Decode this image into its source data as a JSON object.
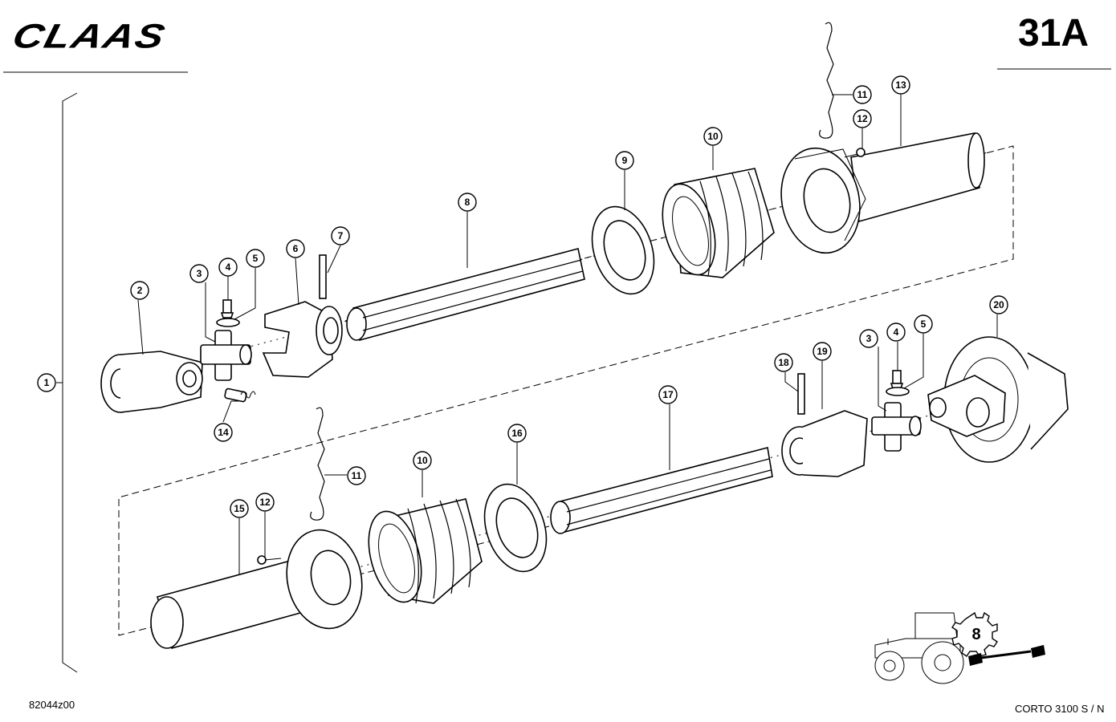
{
  "header": {
    "brand": "CLAAS",
    "page_number": "31A"
  },
  "footer": {
    "document_id": "82044z00",
    "model": "CORTO 3100 S / N"
  },
  "callouts": [
    {
      "label": "1"
    },
    {
      "label": "2"
    },
    {
      "label": "3"
    },
    {
      "label": "4"
    },
    {
      "label": "5"
    },
    {
      "label": "6"
    },
    {
      "label": "7"
    },
    {
      "label": "8"
    },
    {
      "label": "9"
    },
    {
      "label": "10"
    },
    {
      "label": "11"
    },
    {
      "label": "12"
    },
    {
      "label": "13"
    },
    {
      "label": "14"
    },
    {
      "label": "3"
    },
    {
      "label": "4"
    },
    {
      "label": "5"
    },
    {
      "label": "18"
    },
    {
      "label": "19"
    },
    {
      "label": "20"
    },
    {
      "label": "17"
    },
    {
      "label": "16"
    },
    {
      "label": "10"
    },
    {
      "label": "11"
    },
    {
      "label": "15"
    },
    {
      "label": "12"
    }
  ],
  "icons": {
    "tractor": "tractor-icon",
    "gear_badge": "gear-icon",
    "gear_badge_number": "8",
    "shaft": "pto-shaft-icon"
  }
}
